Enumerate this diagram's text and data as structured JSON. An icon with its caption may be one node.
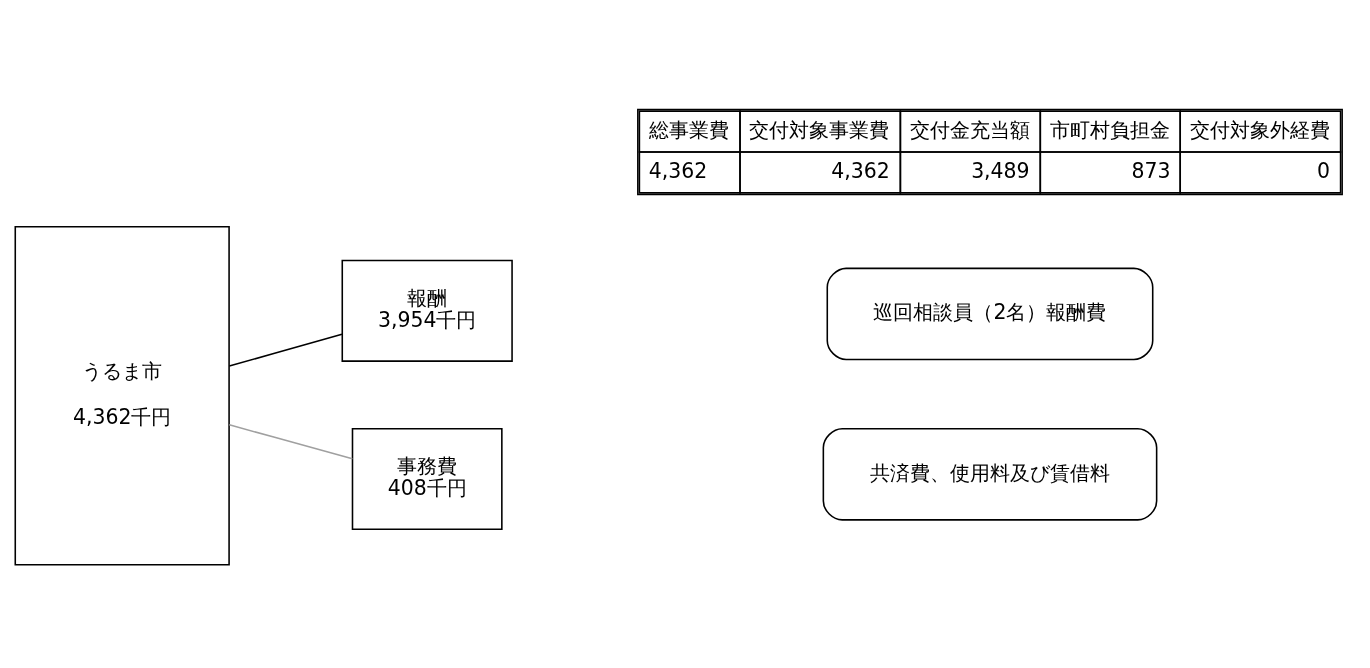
{
  "diagram": {
    "nodes": [
      {
        "text": [
          "うるま市",
          "4,362千円"
        ]
      },
      {
        "text": [
          "報酬",
          "3,954千円"
        ]
      },
      {
        "text": [
          "事務費",
          "408千円"
        ]
      },
      {
        "text": [
          "巡回相談員（2名）報酬費"
        ]
      },
      {
        "text": [
          "共済費、使用料及び賃借料"
        ]
      }
    ],
    "edges": [
      {
        "from": 0,
        "to": 1,
        "arrow": "none"
      },
      {
        "from": 0,
        "to": 2,
        "arrow": "none",
        "color": "#a0a0a0"
      }
    ],
    "labels": [
      "総事業費",
      "交付対象事業費",
      "交付金充当額",
      "市町村負担金",
      "交付対象外経費",
      "4,362",
      "4,362",
      "3,489",
      "873",
      "0"
    ]
  }
}
